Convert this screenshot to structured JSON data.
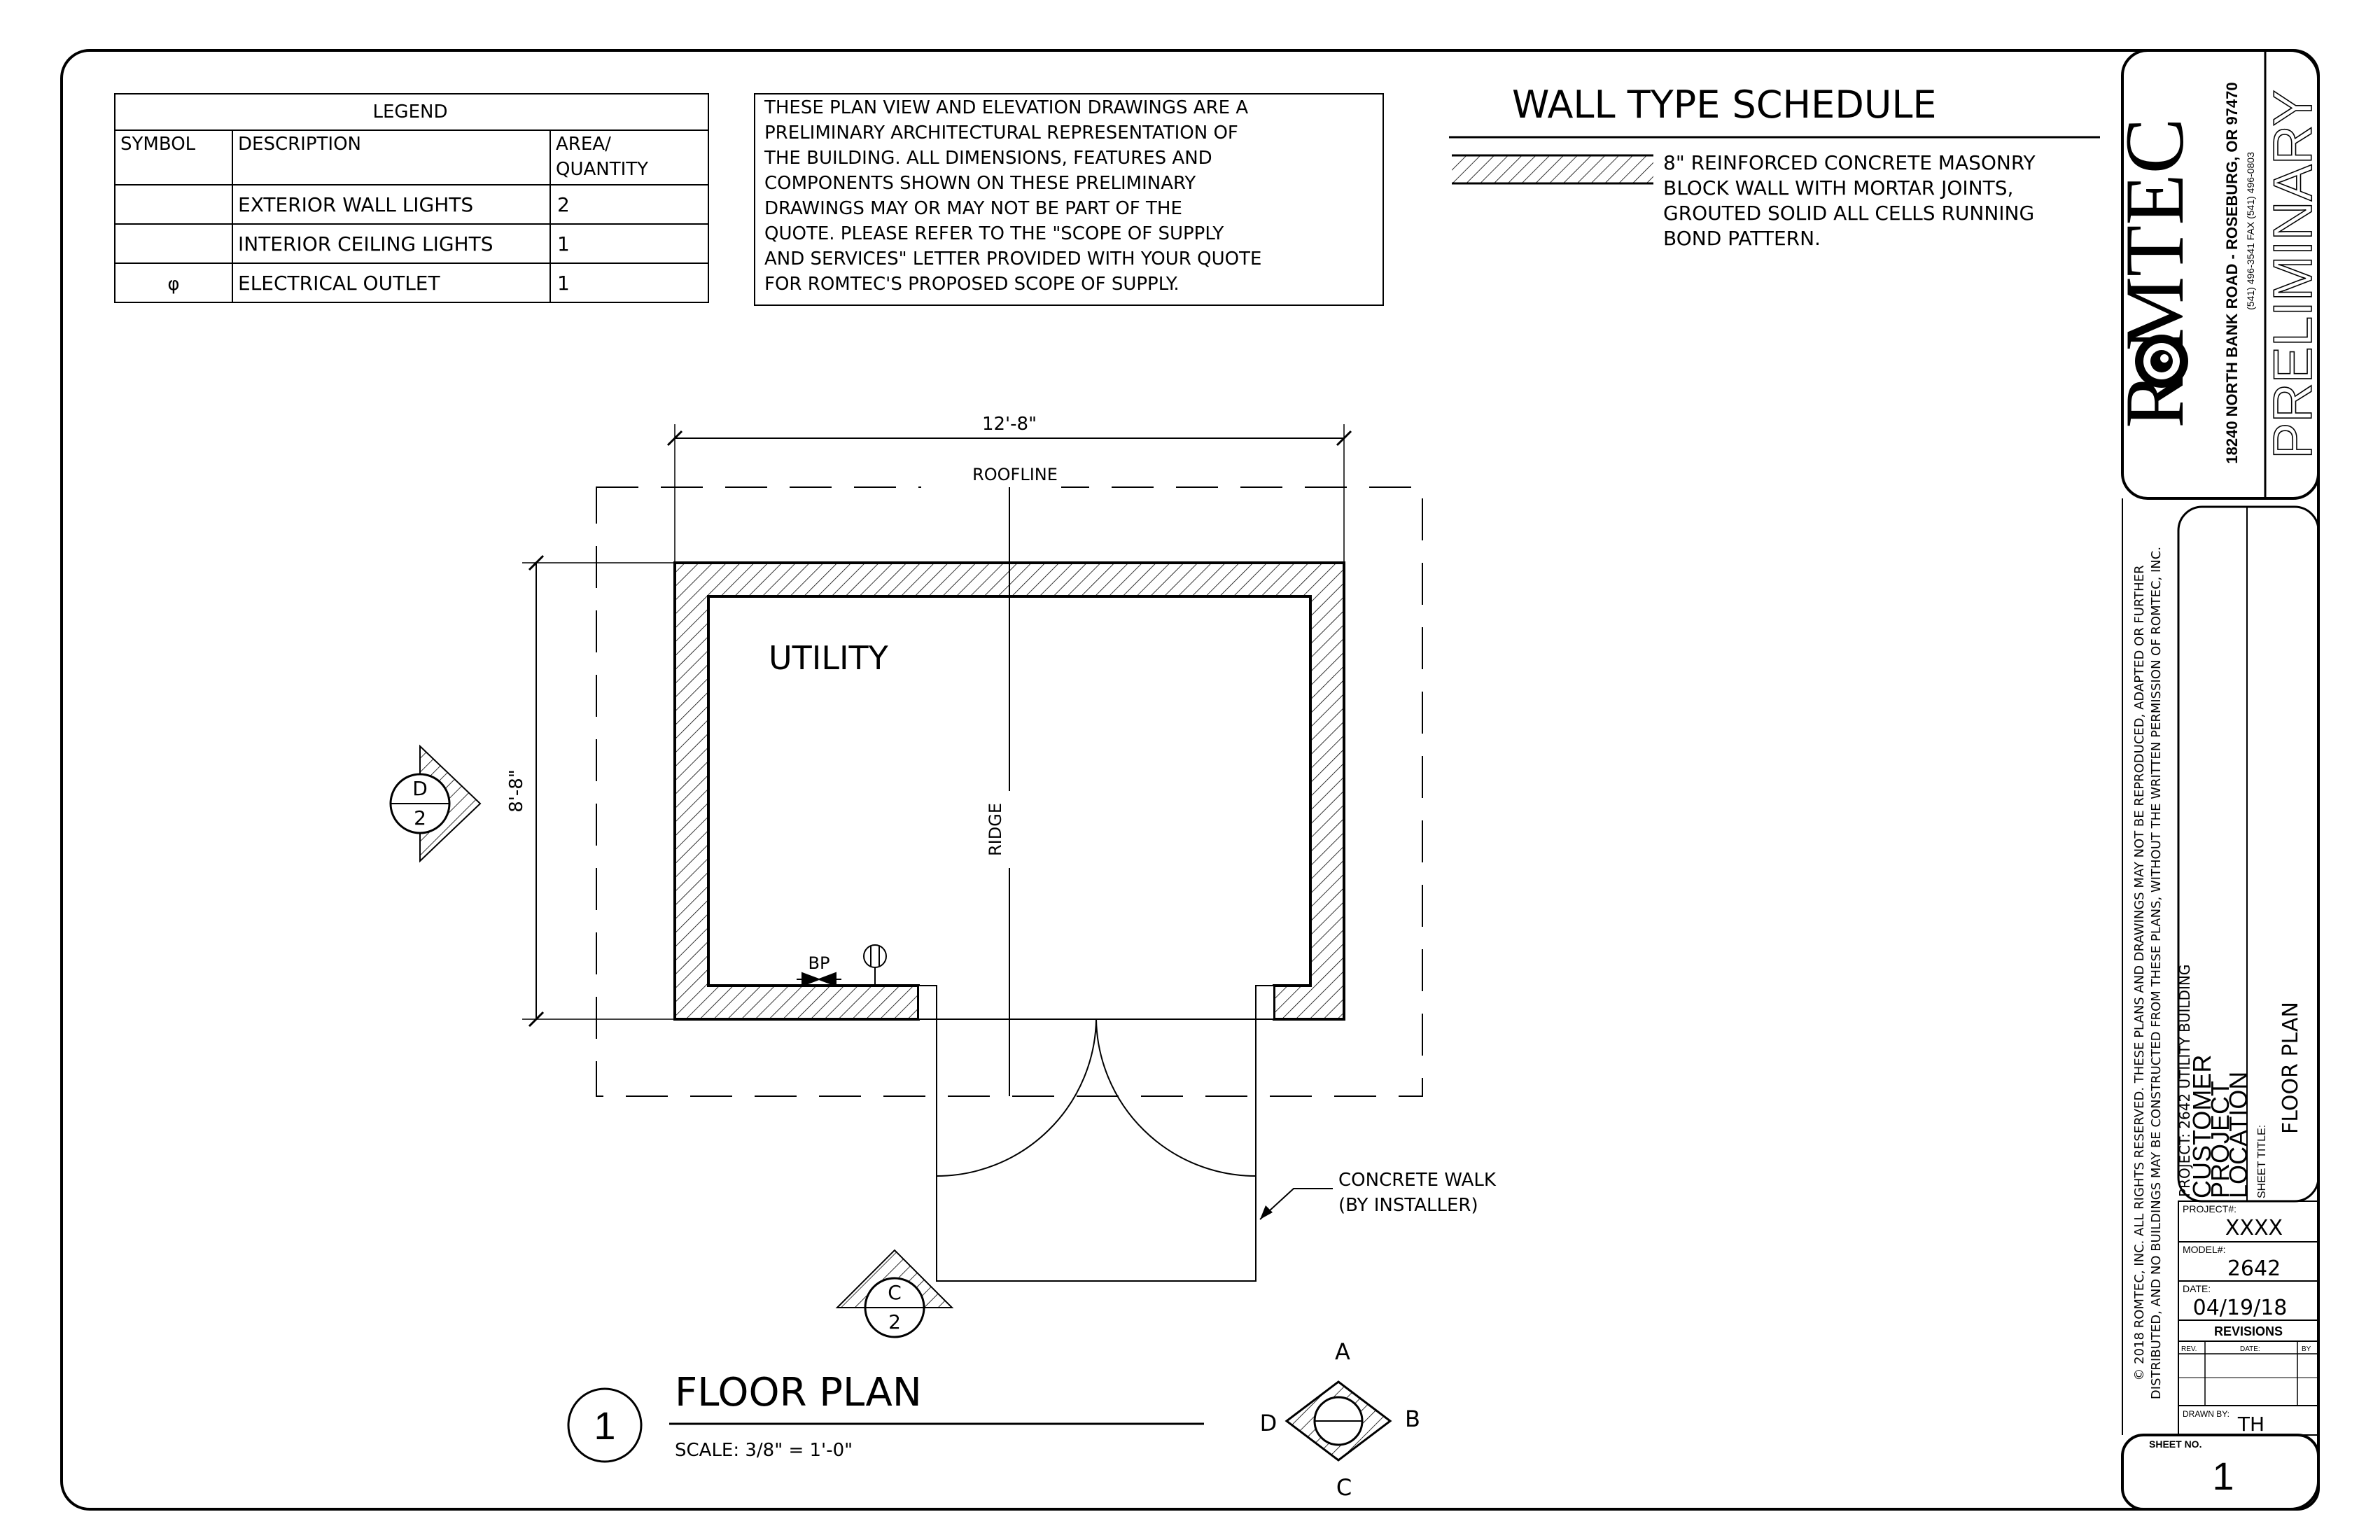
{
  "legend": {
    "title": "LEGEND",
    "headers": [
      "SYMBOL",
      "DESCRIPTION",
      "AREA/",
      "QUANTITY"
    ],
    "rows": [
      {
        "symbol": "",
        "description": "EXTERIOR WALL LIGHTS",
        "qty": "2"
      },
      {
        "symbol": "",
        "description": "INTERIOR CEILING LIGHTS",
        "qty": "1"
      },
      {
        "symbol": "φ",
        "description": "ELECTRICAL OUTLET",
        "qty": "1"
      }
    ]
  },
  "disclaimer": {
    "lines": [
      "THESE PLAN VIEW AND ELEVATION DRAWINGS ARE A",
      "PRELIMINARY ARCHITECTURAL REPRESENTATION OF",
      "THE BUILDING. ALL DIMENSIONS, FEATURES AND",
      "COMPONENTS SHOWN ON THESE PRELIMINARY",
      "DRAWINGS MAY OR MAY NOT BE PART OF THE",
      "QUOTE. PLEASE REFER TO THE \"SCOPE OF SUPPLY",
      "AND SERVICES\" LETTER PROVIDED WITH YOUR QUOTE",
      "FOR ROMTEC'S PROPOSED SCOPE OF SUPPLY."
    ]
  },
  "wall_schedule": {
    "title": "WALL TYPE SCHEDULE",
    "lines": [
      "8\" REINFORCED CONCRETE MASONRY",
      "BLOCK WALL WITH MORTAR JOINTS,",
      "GROUTED SOLID ALL CELLS RUNNING",
      "BOND PATTERN."
    ]
  },
  "plan": {
    "width_dim": "12'-8\"",
    "depth_dim": "8'-8\"",
    "roofline": "ROOFLINE",
    "ridge": "RIDGE",
    "room": "UTILITY",
    "bp": "BP",
    "walk_note_1": "CONCRETE WALK",
    "walk_note_2": "(BY INSTALLER)",
    "section_d_top": "D",
    "section_d_bottom": "2",
    "section_c_top": "C",
    "section_c_bottom": "2"
  },
  "title": {
    "number": "1",
    "text": "FLOOR PLAN",
    "scale": "SCALE: 3/8\" = 1'-0\""
  },
  "compass": {
    "a": "A",
    "b": "B",
    "c": "C",
    "d": "D"
  },
  "title_block": {
    "company": "R  MTEC",
    "address": "18240 NORTH BANK ROAD - ROSEBURG, OR 97470",
    "phone": "(541) 496-3541     FAX (541) 496-0803",
    "status": "PRELIMINARY",
    "copyright_1": "© 2018 ROMTEC, INC.  ALL RIGHTS RESERVED.  THESE PLANS AND DRAWINGS MAY NOT BE REPRODUCED, ADAPTED OR FURTHER",
    "copyright_2": "DISTRIBUTED, AND NO BUILDINGS MAY BE CONSTRUCTED FROM THESE PLANS, WITHOUT THE WRITTEN PERMISSION OF ROMTEC, INC.",
    "project_line": "PROJECT: 2642 UTILITY BUILDING",
    "customer": "CUSTOMER",
    "project": "PROJECT",
    "location": "LOCATION",
    "sheet_title_label": "SHEET TITLE:",
    "sheet_title": "FLOOR PLAN",
    "project_no_label": "PROJECT#:",
    "project_no": "XXXX",
    "model_label": "MODEL#:",
    "model": "2642",
    "date_label": "DATE:",
    "date": "04/19/18",
    "revisions": "REVISIONS",
    "rev": "REV.",
    "rev_date": "DATE:",
    "rev_by": "BY",
    "drawn_by_label": "DRAWN BY:",
    "drawn_by": "TH",
    "sheet_no_label": "SHEET NO.",
    "sheet_no": "1"
  }
}
